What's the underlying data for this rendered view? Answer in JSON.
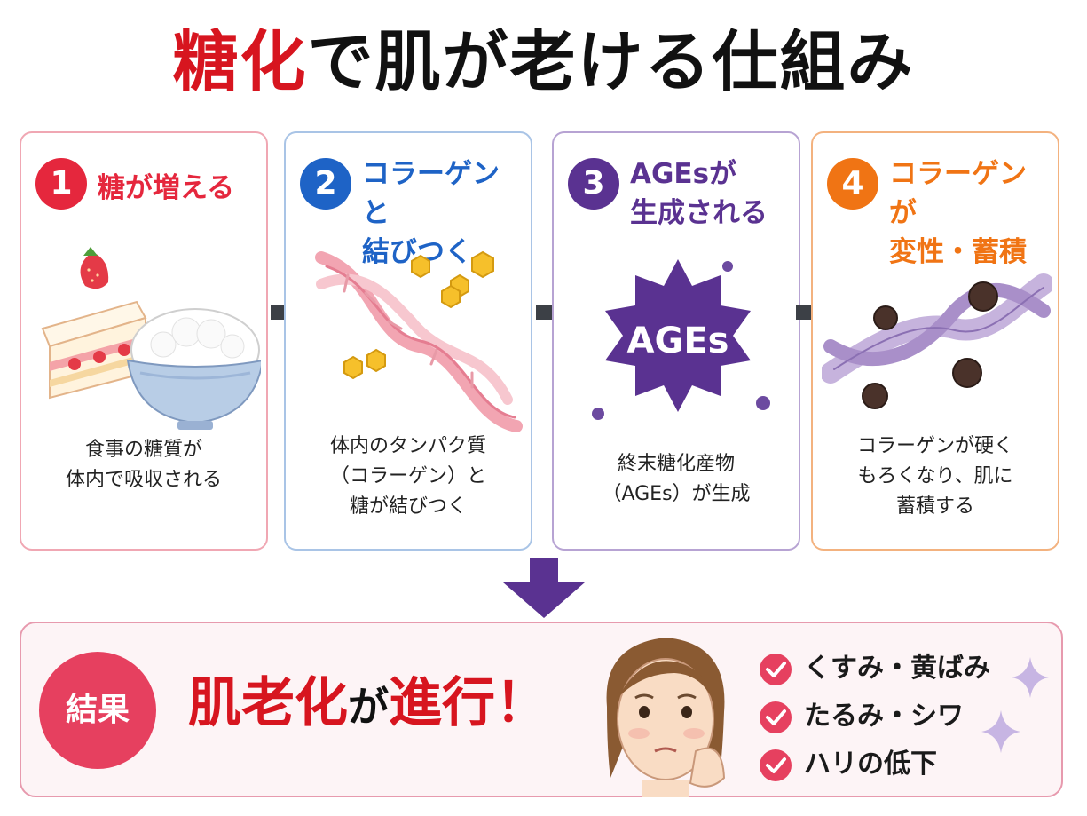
{
  "title": {
    "accent": "糖化",
    "rest": "で肌が老ける仕組み"
  },
  "colors": {
    "red": "#d7151f",
    "blue": "#1e63c6",
    "purple": "#5a3291",
    "orange": "#f07414",
    "pink": "#e6405f",
    "arrow": "#3c4046"
  },
  "steps": [
    {
      "number": "1",
      "heading": "糖が増える",
      "description": "食事の糖質が\n体内で吸収される",
      "color": "#e5273d"
    },
    {
      "number": "2",
      "heading": "コラーゲンと\n結びつく",
      "description": "体内のタンパク質\n（コラーゲン）と\n糖が結びつく",
      "color": "#1e63c6"
    },
    {
      "number": "3",
      "heading": "AGEsが\n生成される",
      "description": "終末糖化産物\n（AGEs）が生成",
      "color": "#5a3291",
      "illustration_label": "AGEs"
    },
    {
      "number": "4",
      "heading": "コラーゲンが\n変性・蓄積",
      "description": "コラーゲンが硬く\nもろくなり、肌に\n蓄積する",
      "color": "#f07414"
    }
  ],
  "result": {
    "badge": "結果",
    "title_red": "肌老化",
    "title_mid": "が",
    "title_red2": "進行",
    "title_end": "！",
    "effects": [
      "くすみ・黄ばみ",
      "たるみ・シワ",
      "ハリの低下"
    ]
  }
}
